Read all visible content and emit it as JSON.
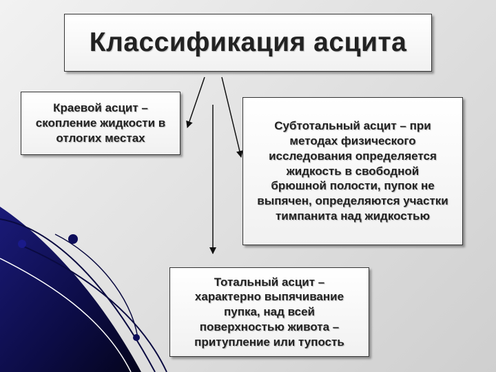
{
  "title": "Классификация асцита",
  "boxes": {
    "marginal": "Краевой асцит –\nскопление жидкости в\nотлогих местах",
    "subtotal": "Субтотальный асцит – при\nметодах физического\nисследования определяется\nжидкость в свободной\nбрюшной полости, пупок не\nвыпячен, определяются участки\nтимпанита над жидкостью",
    "total": "Тотальный асцит –\nхарактерно выпячивание\nпупка, над всей\nповерхностью живота –\nпритупление или тупость"
  },
  "colors": {
    "accent_dark_blue": "#06062e",
    "accent_blue": "#14146b",
    "text": "#222222"
  }
}
